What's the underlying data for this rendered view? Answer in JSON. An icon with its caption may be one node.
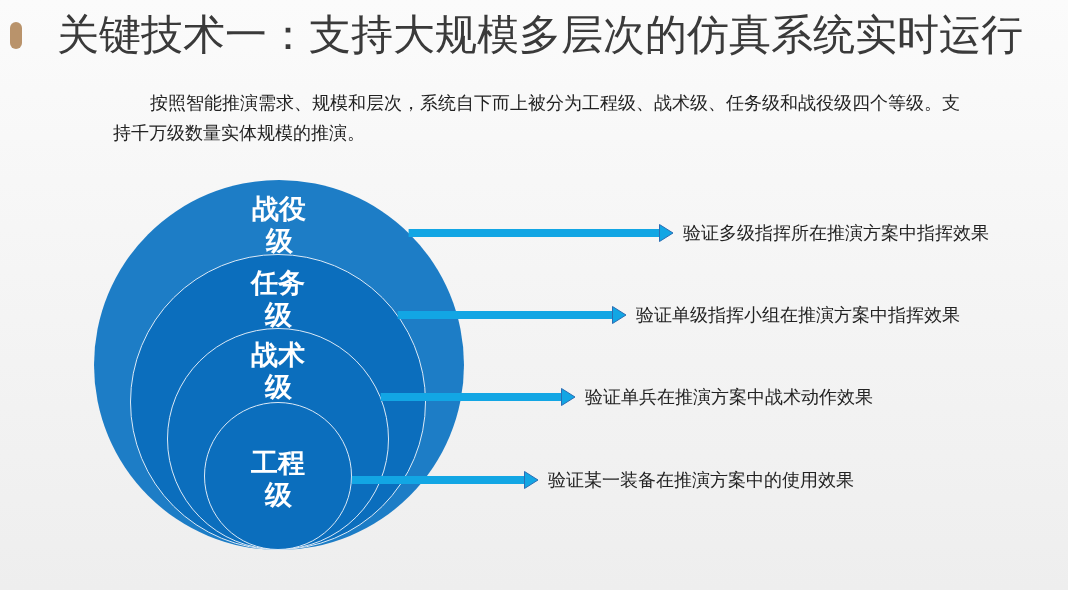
{
  "diagram": {
    "title": "关键技术一：支持大规模多层次的仿真系统实时运行",
    "nodes": [
      {
        "text": [
          "战役级"
        ]
      },
      {
        "text": [
          "任务级"
        ],
        "in": 0
      },
      {
        "text": [
          "战术级"
        ],
        "in": 1
      },
      {
        "text": [
          "工程级"
        ],
        "in": 2
      },
      {
        "text": [
          "验证多级指挥所在推演方案中指挥效果"
        ]
      },
      {
        "text": [
          "验证单级指挥小组在推演方案中指挥效果"
        ]
      },
      {
        "text": [
          "验证单兵在推演方案中战术动作效果"
        ]
      },
      {
        "text": [
          "验证某一装备在推演方案中的使用效果"
        ]
      }
    ],
    "edges": [
      {
        "from": 0,
        "to": 4,
        "arrow": "to"
      },
      {
        "from": 1,
        "to": 5,
        "arrow": "to"
      },
      {
        "from": 2,
        "to": 6,
        "arrow": "to"
      },
      {
        "from": 3,
        "to": 7,
        "arrow": "to"
      }
    ],
    "labels": [
      "按照智能推演需求、规模和层次，系统自下而上被分为工程级、战术级、任务级和战役级四个等级。支持千万级数量实体规模的推演。"
    ]
  }
}
